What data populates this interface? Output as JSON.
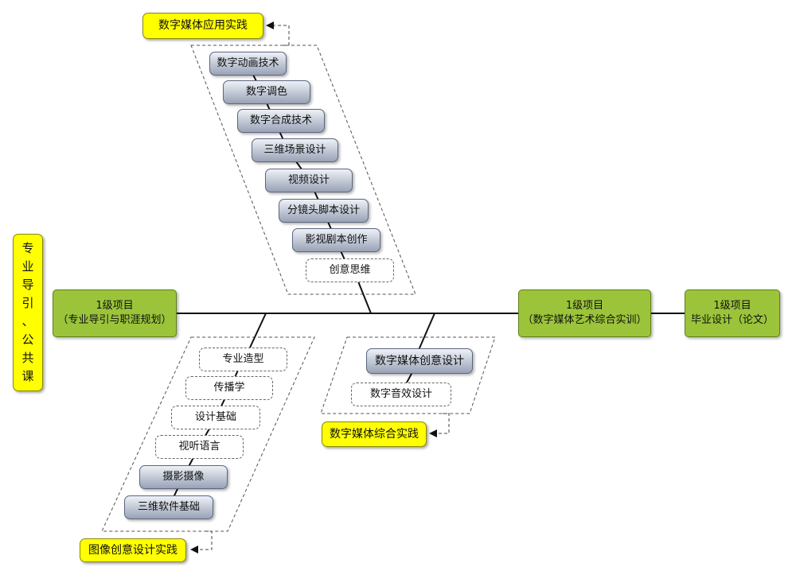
{
  "side_label": [
    "专",
    "业",
    "导",
    "引",
    "、",
    "公",
    "共",
    "课"
  ],
  "project_left": {
    "line1": "1级项目",
    "line2": "（专业导引与职涯规划）"
  },
  "project_mid": {
    "line1": "1级项目",
    "line2": "（数字媒体艺术综合实训）"
  },
  "project_right": {
    "line1": "1级项目",
    "line2": "毕业设计（论文）"
  },
  "practice": {
    "top": "数字媒体应用实践",
    "middle": "数字媒体综合实践",
    "bottom": "图像创意设计实践"
  },
  "top_branch": [
    "数字动画技术",
    "数字调色",
    "数字合成技术",
    "三维场景设计",
    "视频设计",
    "分镜头脚本设计",
    "影视剧本创作",
    "创意思维"
  ],
  "bottom_left_branch": [
    "专业造型",
    "传播学",
    "设计基础",
    "视听语言",
    "摄影摄像",
    "三维软件基础"
  ],
  "bottom_mid_branch": [
    "数字媒体创意设计",
    "数字音效设计"
  ]
}
